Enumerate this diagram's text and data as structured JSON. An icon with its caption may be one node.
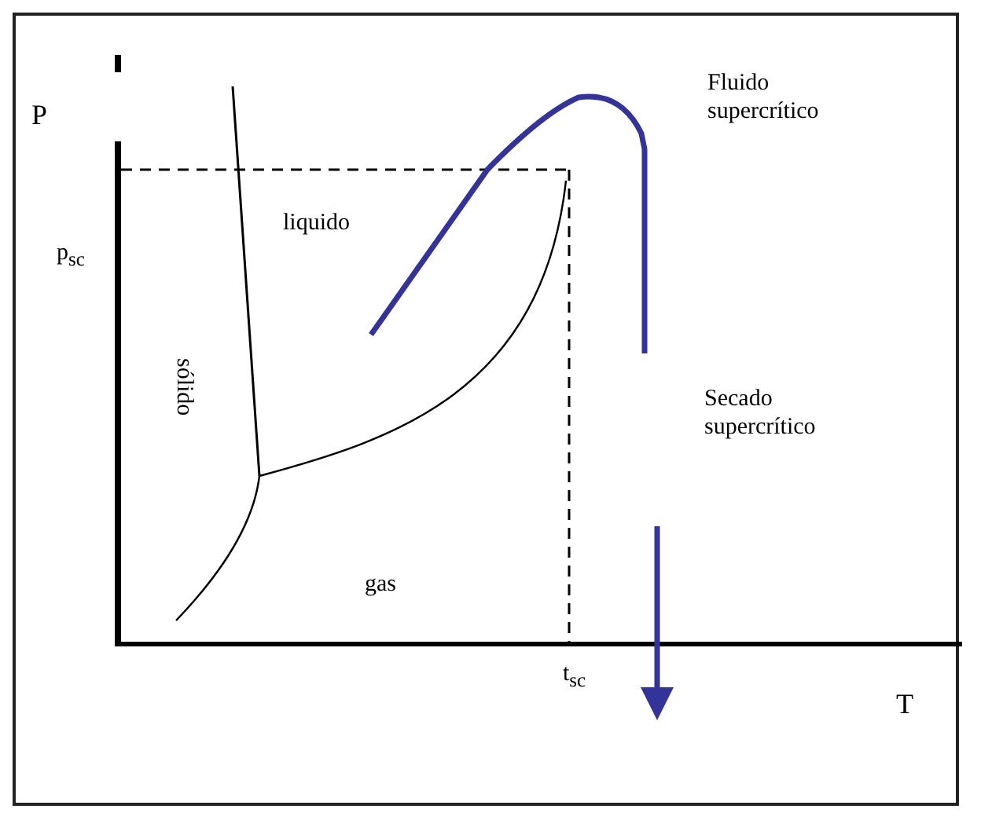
{
  "diagram": {
    "labels": [
      "P",
      "p$_{sc}$",
      "liquido",
      "sólido",
      "gas",
      "t$_{sc}$",
      "T",
      "Fluido supercrítico",
      "Secado supercrítico"
    ]
  }
}
